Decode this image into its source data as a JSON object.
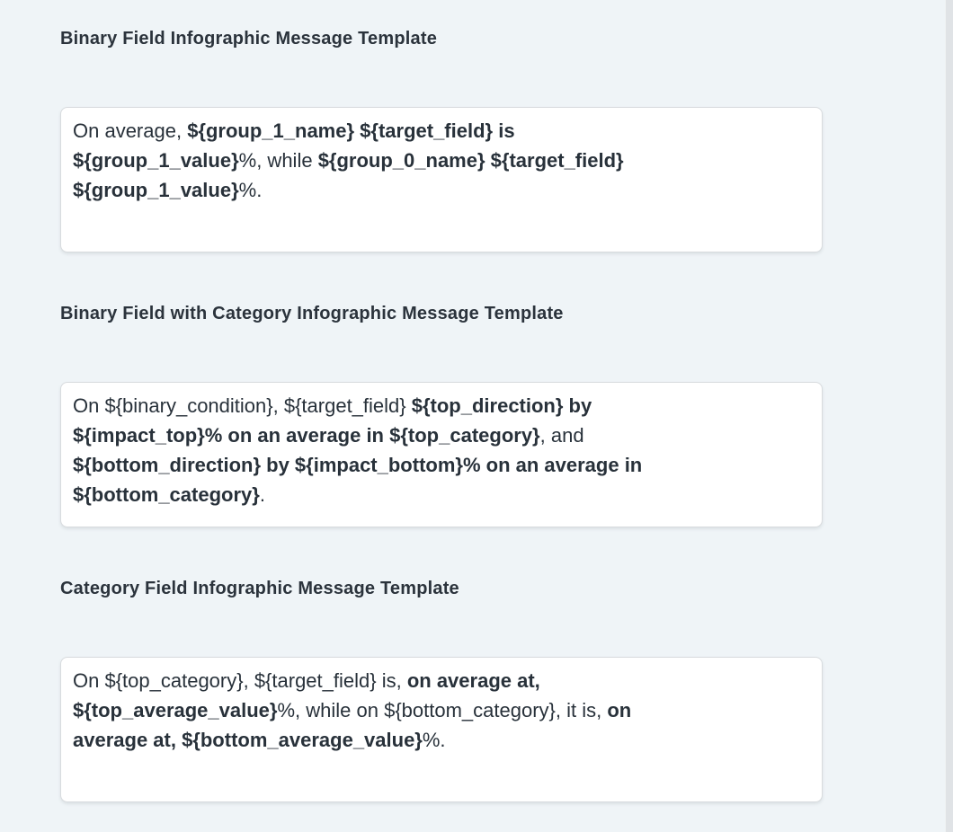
{
  "page": {
    "background_color": "#eff4f7",
    "text_color": "#28313a",
    "heading_color": "#2b333c",
    "box_background": "#ffffff",
    "box_border_color": "#d8dbde"
  },
  "sections": [
    {
      "heading": "Binary Field Infographic Message Template",
      "template_value": "On average, ${group_1_name} ${target_field} is ${group_1_value}%, while ${group_0_name} ${target_field} ${group_1_value}%.",
      "lines": [
        [
          {
            "t": "On average, ",
            "b": 0
          },
          {
            "t": "${group_1_name} ${target_field} is",
            "b": 1
          }
        ],
        [
          {
            "t": "${group_1_value}",
            "b": 1
          },
          {
            "t": "%, while ",
            "b": 0
          },
          {
            "t": "${group_0_name} ${target_field}",
            "b": 1
          }
        ],
        [
          {
            "t": "${group_1_value}",
            "b": 1
          },
          {
            "t": "%.",
            "b": 0
          }
        ]
      ]
    },
    {
      "heading": "Binary Field with Category Infographic Message Template",
      "template_value": "On ${binary_condition}, ${target_field} ${top_direction} by ${impact_top}% on an average in ${top_category}, and ${bottom_direction} by ${impact_bottom}% on an average in ${bottom_category}.",
      "lines": [
        [
          {
            "t": "On ${binary_condition}, ${target_field} ",
            "b": 0
          },
          {
            "t": "${top_direction} by",
            "b": 1
          }
        ],
        [
          {
            "t": "${impact_top}% on an average in ${top_category}",
            "b": 1
          },
          {
            "t": ", and",
            "b": 0
          }
        ],
        [
          {
            "t": "${bottom_direction} by ${impact_bottom}% on an average in",
            "b": 1
          }
        ],
        [
          {
            "t": "${bottom_category}",
            "b": 1
          },
          {
            "t": ".",
            "b": 0
          }
        ]
      ]
    },
    {
      "heading": "Category Field Infographic Message Template",
      "template_value": "On ${top_category}, ${target_field} is, on average at, ${top_average_value}%, while on ${bottom_category}, it is, on average at, ${bottom_average_value}%.",
      "lines": [
        [
          {
            "t": "On ${top_category}, ${target_field} is, ",
            "b": 0
          },
          {
            "t": "on average at,",
            "b": 1
          }
        ],
        [
          {
            "t": "${top_average_value}",
            "b": 1
          },
          {
            "t": "%, while on ${bottom_category}, it is, ",
            "b": 0
          },
          {
            "t": "on",
            "b": 1
          }
        ],
        [
          {
            "t": "average at, ${bottom_average_value}",
            "b": 1
          },
          {
            "t": "%.",
            "b": 0
          }
        ]
      ]
    }
  ]
}
